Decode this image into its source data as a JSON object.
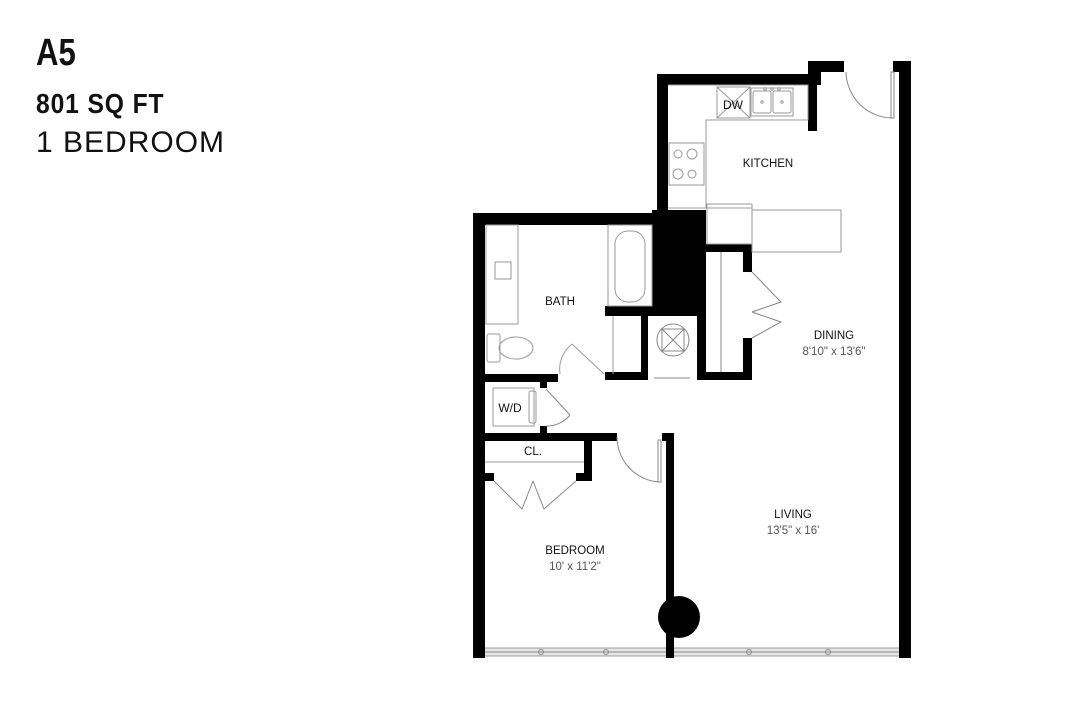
{
  "unit": {
    "name": "A5",
    "area": "801 SQ FT",
    "bedrooms": "1 BEDROOM"
  },
  "rooms": {
    "kitchen": {
      "label": "KITCHEN"
    },
    "bath": {
      "label": "BATH"
    },
    "dining": {
      "label": "DINING",
      "dimensions": "8'10\" x 13'6\""
    },
    "living": {
      "label": "LIVING",
      "dimensions": "13'5\" x 16'"
    },
    "bedroom": {
      "label": "BEDROOM",
      "dimensions": "10' x 11'2\""
    },
    "closet": {
      "label": "CL."
    }
  },
  "fixtures": {
    "dishwasher": "DW",
    "washer_dryer": "W/D"
  },
  "colors": {
    "wall": "#000000",
    "fixture_line": "#9a9a9a",
    "background": "#ffffff"
  }
}
